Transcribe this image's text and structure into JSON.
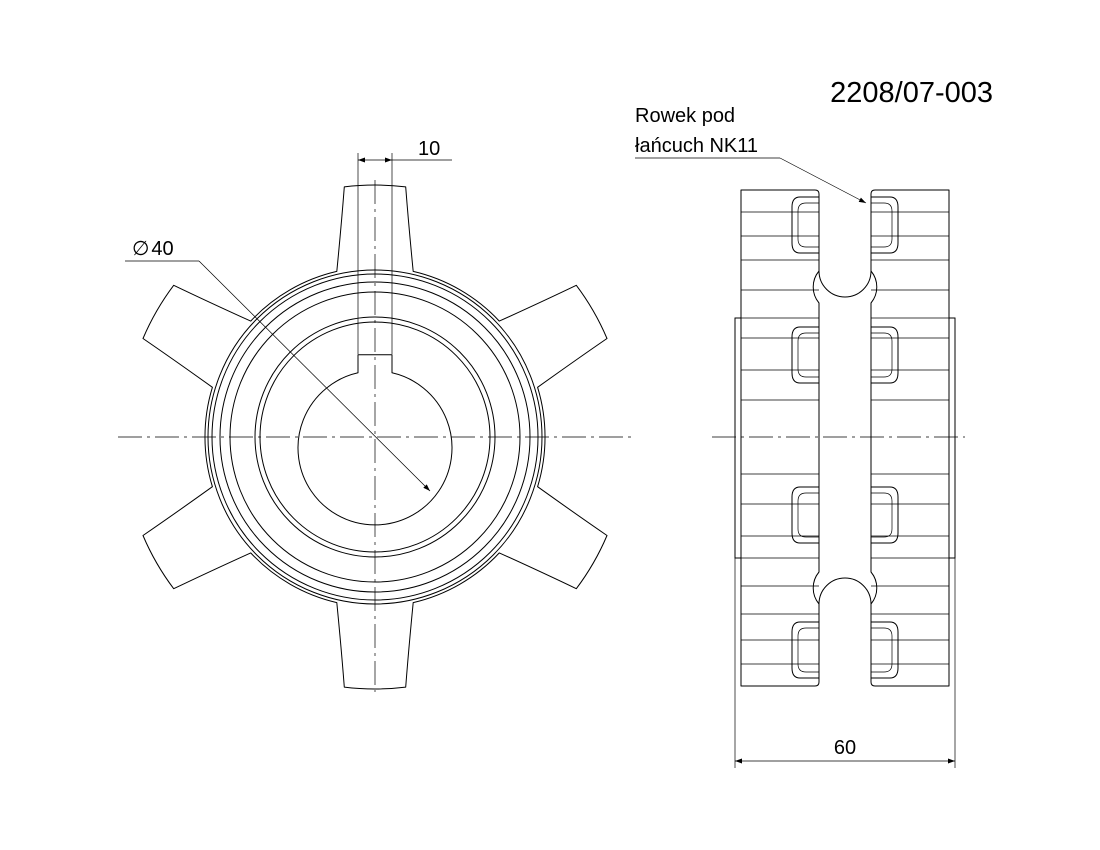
{
  "drawing_number": "2208/07-003",
  "callout": {
    "line1": "Rowek pod",
    "line2": "łańcuch NK11"
  },
  "dimensions": {
    "keyway_width": "10",
    "bore_diameter_symbol": "∅",
    "bore_diameter": "40",
    "overall_width": "60"
  },
  "sprocket": {
    "teeth": 6
  },
  "colors": {
    "line": "#000000",
    "background": "#ffffff"
  }
}
